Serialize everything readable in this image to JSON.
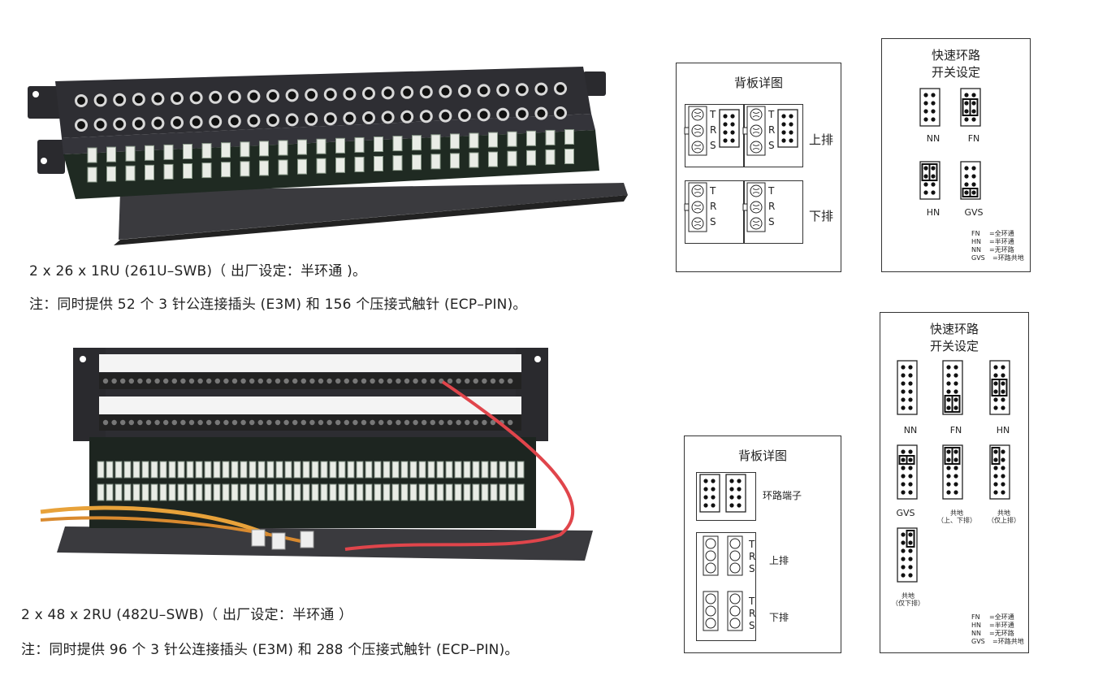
{
  "top_panel": {
    "caption1": "2 x 26 x 1RU (261U–SWB)（ 出厂设定：半环通 )。",
    "caption2": "注：同时提供 52 个 3 针公连接插头 (E3M) 和 156 个压接式触针 (ECP–PIN)。",
    "rear_title": "背板详图",
    "row_upper": "上排",
    "row_lower": "下排",
    "quick_title_line1": "快速环路",
    "quick_title_line2": "开关设定",
    "settings": [
      "NN",
      "FN",
      "HN",
      "GVS"
    ],
    "legend": [
      {
        "code": "FN",
        "desc": "=全环通"
      },
      {
        "code": "HN",
        "desc": "=半环通"
      },
      {
        "code": "NN",
        "desc": "=无环路"
      },
      {
        "code": "GVS",
        "desc": "=环路共地"
      }
    ]
  },
  "bottom_panel": {
    "caption1": "2 x 48 x 2RU (482U–SWB)（ 出厂设定：半环通 ）",
    "caption2": "注：同时提供 96 个 3 针公连接插头 (E3M) 和 288 个压接式触针 (ECP–PIN)。",
    "rear_title": "背板详图",
    "loop_terminal": "环路端子",
    "row_upper": "上排",
    "row_lower": "下排",
    "quick_title_line1": "快速环路",
    "quick_title_line2": "开关设定",
    "settings": [
      "NN",
      "FN",
      "HN",
      "GVS"
    ],
    "ground_both": [
      "共地",
      "（上、下排）"
    ],
    "ground_upper": [
      "共地",
      "（仅上排）"
    ],
    "ground_lower": [
      "共地",
      "（仅下排）"
    ],
    "legend": [
      {
        "code": "FN",
        "desc": "=全环通"
      },
      {
        "code": "HN",
        "desc": "=半环通"
      },
      {
        "code": "NN",
        "desc": "=无环路"
      },
      {
        "code": "GVS",
        "desc": "=环路共地"
      }
    ]
  },
  "trs_letters": [
    "T",
    "R",
    "S"
  ],
  "colors": {
    "panel": "#2b2b2f",
    "cable_red": "#e0454b",
    "cable_orange": "#e8a23a",
    "pcb_green": "#2f5b3a",
    "connector": "#e9ece6"
  }
}
